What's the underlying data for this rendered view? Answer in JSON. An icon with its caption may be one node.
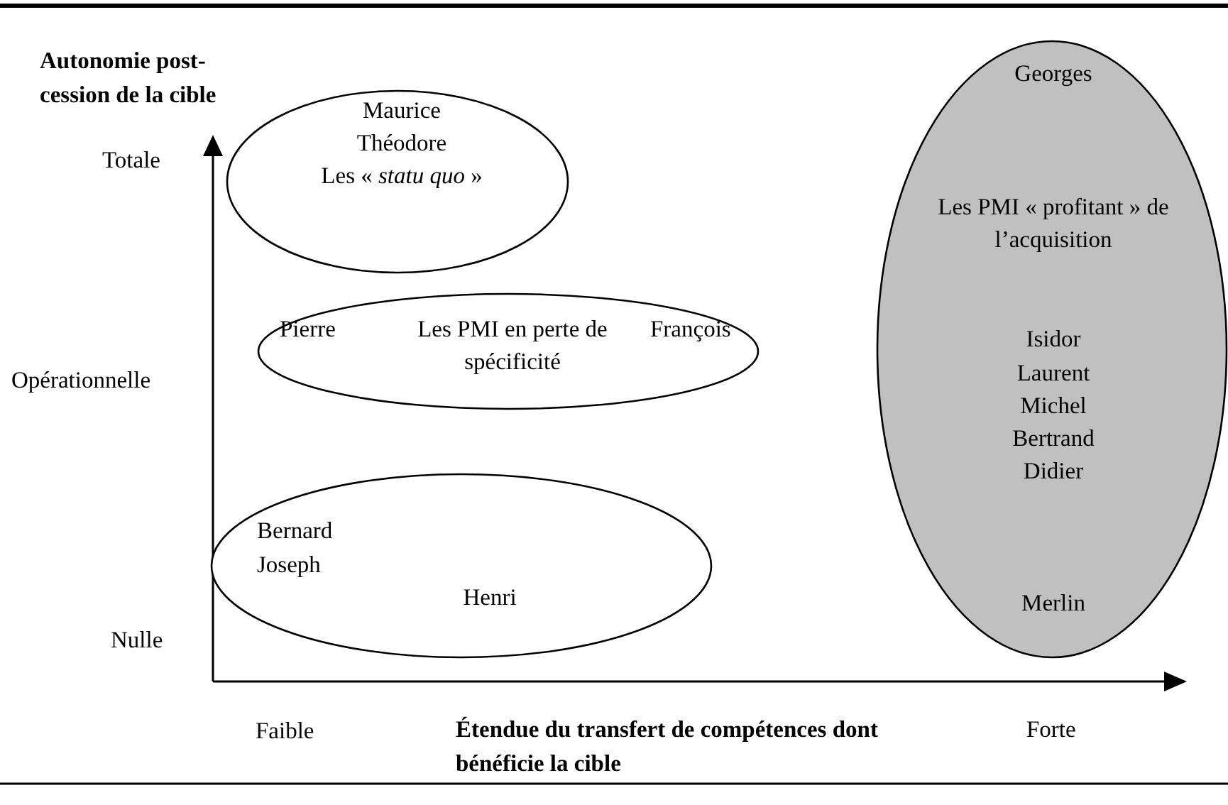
{
  "diagram": {
    "nodes": [
      {
        "text": [
          "Maurice",
          "Théodore",
          "Les « *statu quo* »"
        ]
      },
      {
        "text": [
          "Pierre",
          "Les PMI en perte de spécificité",
          "François"
        ]
      },
      {
        "text": [
          "Bernard",
          "Joseph",
          "Henri"
        ]
      },
      {
        "text": [
          "Georges",
          "Les PMI « profitant » de l’acquisition",
          "Isidor",
          "Laurent",
          "Michel",
          "Bertrand",
          "Didier",
          "Merlin"
        ]
      }
    ],
    "labels": [
      "Autonomie post-cession de la cible",
      "Totale",
      "Opérationnelle",
      "Nulle",
      "Faible",
      "Étendue du transfert de compétences dont bénéficie la cible",
      "Forte"
    ]
  }
}
